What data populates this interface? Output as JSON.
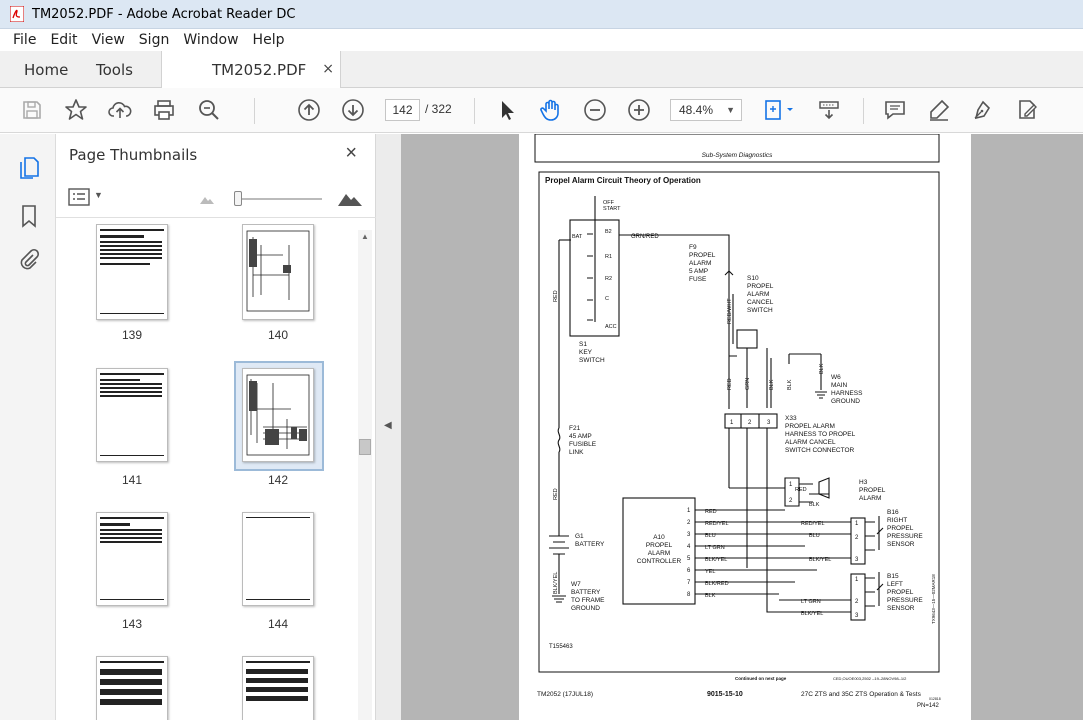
{
  "window": {
    "title": "TM2052.PDF - Adobe Acrobat Reader DC"
  },
  "menu": [
    "File",
    "Edit",
    "View",
    "Sign",
    "Window",
    "Help"
  ],
  "tabs": {
    "home": "Home",
    "tools": "Tools",
    "doc": "TM2052.PDF",
    "close": "×"
  },
  "toolbar": {
    "page_current": "142",
    "page_total": "/ 322",
    "zoom": "48.4%"
  },
  "panel": {
    "title": "Page Thumbnails",
    "close": "×"
  },
  "thumbnails": [
    {
      "label": "139"
    },
    {
      "label": "140"
    },
    {
      "label": "141"
    },
    {
      "label": "142",
      "selected": true
    },
    {
      "label": "143"
    },
    {
      "label": "144"
    }
  ],
  "document": {
    "header": "Sub-System Diagnostics",
    "section_title": "Propel Alarm Circuit Theory of Operation",
    "labels": {
      "key_positions": [
        "OFF",
        "START",
        "BAT",
        "B2",
        "R1",
        "R2",
        "C",
        "ACC"
      ],
      "wire_grn_red": "GRN/RED",
      "f9": [
        "F9",
        "PROPEL",
        "ALARM",
        "5 AMP",
        "FUSE"
      ],
      "s10": [
        "S10",
        "PROPEL",
        "ALARM",
        "CANCEL",
        "SWITCH"
      ],
      "s1": [
        "S1",
        "KEY",
        "SWITCH"
      ],
      "w6": [
        "W6",
        "MAIN",
        "HARNESS",
        "GROUND"
      ],
      "x33": [
        "X33",
        "PROPEL ALARM",
        "HARNESS TO PROPEL",
        "ALARM CANCEL",
        "SWITCH CONNECTOR"
      ],
      "f21": [
        "F21",
        "45 AMP",
        "FUSIBLE",
        "LINK"
      ],
      "h3": [
        "H3",
        "PROPEL",
        "ALARM"
      ],
      "a10": [
        "A10",
        "PROPEL",
        "ALARM",
        "CONTROLLER"
      ],
      "b16": [
        "B16",
        "RIGHT",
        "PROPEL",
        "PRESSURE",
        "SENSOR"
      ],
      "b15": [
        "B15",
        "LEFT",
        "PROPEL",
        "PRESSURE",
        "SENSOR"
      ],
      "g1": [
        "G1",
        "BATTERY"
      ],
      "w7": [
        "W7",
        "BATTERY",
        "TO FRAME",
        "GROUND"
      ],
      "controller_wires": [
        "RED",
        "RED/YEL",
        "BLU",
        "LT GRN",
        "BLK/YEL",
        "YEL",
        "BLK/RED",
        "BLK"
      ],
      "sensor_wires": [
        "RED/YEL",
        "BLU",
        "BLK/YEL",
        "LT GRN",
        "BLK/YEL"
      ],
      "vertical_wires": [
        "RED",
        "RED/WHT",
        "RED",
        "GRN",
        "BLK",
        "BLK",
        "BLK",
        "RED",
        "BLK/YEL",
        "RED",
        "BLK"
      ],
      "x33_pins": [
        "1",
        "2",
        "3"
      ],
      "a10_pins": [
        "1",
        "2",
        "3",
        "4",
        "5",
        "6",
        "7",
        "8"
      ],
      "h3_pins": [
        "1",
        "2"
      ],
      "sensor_pins": [
        "1",
        "2",
        "3"
      ],
      "figure_id": "T155463",
      "side_code": "TX9643—15—02MAR18",
      "continued": "Continued on next page",
      "doc_code": "CED,OUOE003,2502 –19–28NOV98–1/2"
    },
    "footer": {
      "left": "TM2052 (17JUL18)",
      "center": "9015-15-10",
      "right": "27C ZTS and 35C ZTS Operation & Tests",
      "sub": "PN=142",
      "tiny": "012818"
    }
  }
}
